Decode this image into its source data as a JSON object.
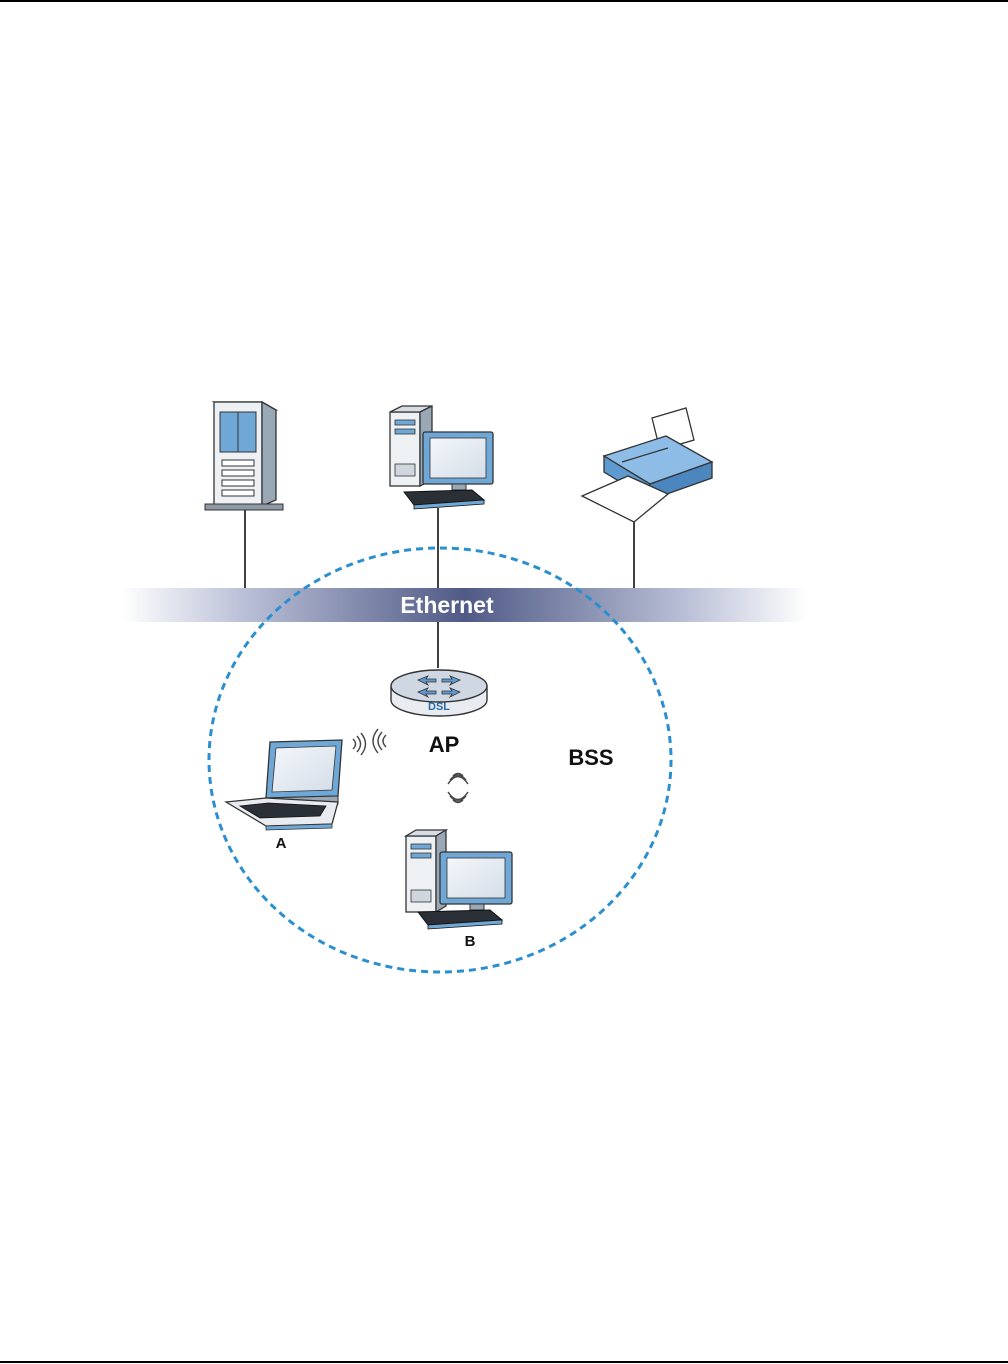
{
  "diagram": {
    "ethernet_label": "Ethernet",
    "ap_label": "AP",
    "bss_label": "BSS",
    "router_label": "DSL",
    "station_a_label": "A",
    "station_b_label": "B"
  },
  "colors": {
    "bss_border": "#2a8fd0",
    "ethernet_bar": "#5c6690",
    "device_blue": "#6fa8d6"
  },
  "icons": [
    "server-icon",
    "desktop-computer-icon",
    "printer-icon",
    "dsl-router-icon",
    "laptop-icon",
    "wireless-signal-icon"
  ]
}
